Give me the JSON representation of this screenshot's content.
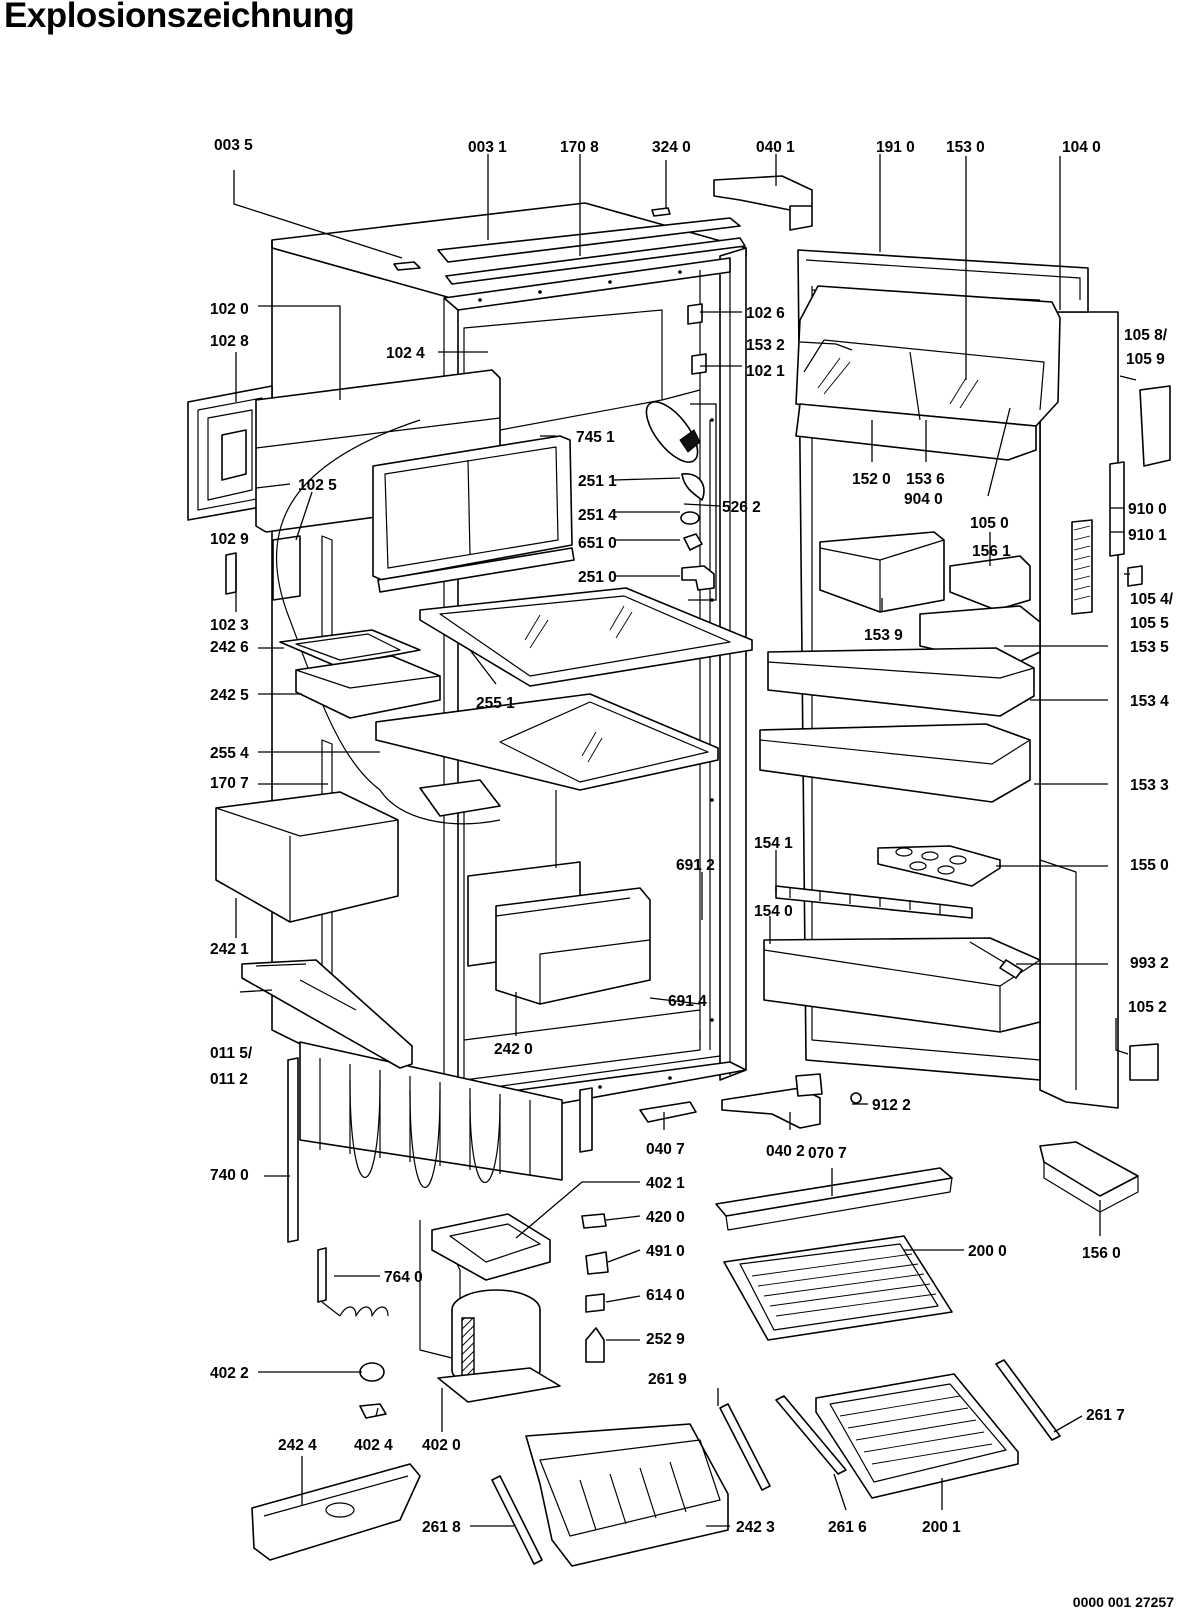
{
  "title": "Explosionszeichnung",
  "doc_number": "0000 001 27257",
  "labels": [
    "003 5",
    "003 1",
    "170 8",
    "324 0",
    "040 1",
    "191 0",
    "153 0",
    "104 0",
    "102 0",
    "102 6",
    "102 8",
    "102 4",
    "153 2",
    "102 1",
    "105 8/",
    "105 9",
    "745  1",
    "251 1",
    "152 0",
    "153 6",
    "904 0",
    "102 5",
    "251 4",
    "526 2",
    "910 0",
    "102 9",
    "651 0",
    "105 0",
    "910 1",
    "156 1",
    "251 0",
    "105 4/",
    "105 5",
    "102 3",
    "242 6",
    "153 9",
    "153 5",
    "242 5",
    "255 1",
    "153 4",
    "255 4",
    "170 7",
    "153 3",
    "154 1",
    "155 0",
    "691 2",
    "154 0",
    "242 1",
    "993 2",
    "691 4",
    "105 2",
    "242 0",
    "011 5/",
    "011 2",
    "912 2",
    "040 7",
    "040 2",
    "070 7",
    "740 0",
    "402 1",
    "420 0",
    "491 0",
    "200 0",
    "156 0",
    "764 0",
    "614 0",
    "252 9",
    "402 2",
    "261 9",
    "261 7",
    "242 4",
    "402 4",
    "402 0",
    "261 8",
    "242 3",
    "261 6",
    "200 1"
  ]
}
